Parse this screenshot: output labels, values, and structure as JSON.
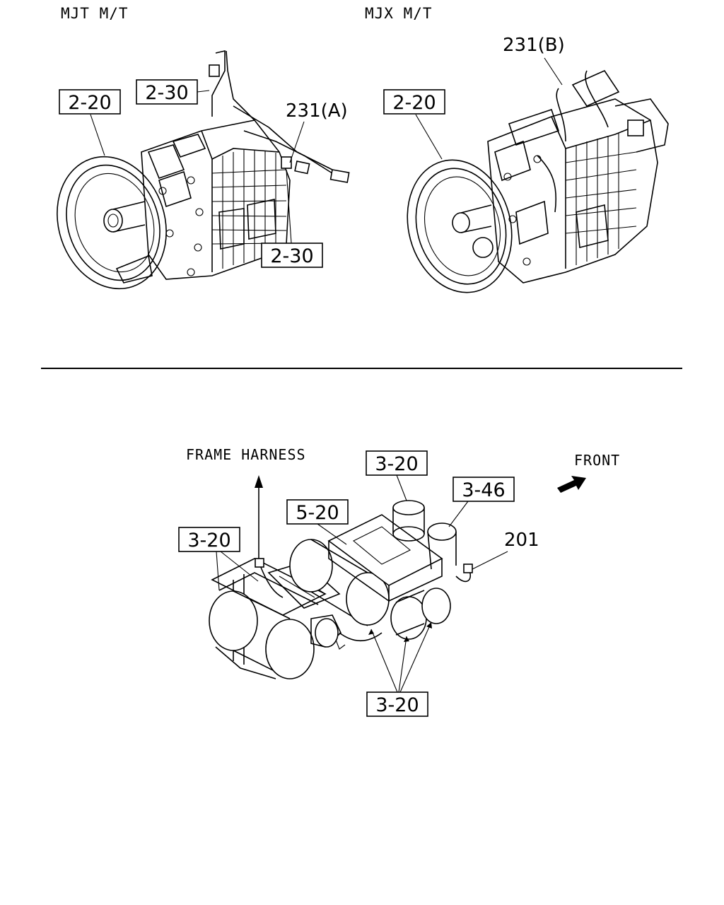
{
  "top_left_title": "MJT M/T",
  "top_right_title": "MJX M/T",
  "top_left_callouts": {
    "ref_2_20": "2-20",
    "ref_2_30_upper": "2-30",
    "ref_2_30_lower": "2-30",
    "ref_231_a": "231(A)"
  },
  "top_right_callouts": {
    "ref_2_20": "2-20",
    "ref_231_b": "231(B)"
  },
  "bottom_callouts": {
    "frame_harness": "FRAME HARNESS",
    "front": "FRONT",
    "ref_3_20_top": "3-20",
    "ref_3_46": "3-46",
    "ref_5_20": "5-20",
    "ref_3_20_left": "3-20",
    "ref_201": "201",
    "ref_3_20_bottom": "3-20"
  },
  "colors": {
    "line": "#000000",
    "background": "#ffffff"
  }
}
